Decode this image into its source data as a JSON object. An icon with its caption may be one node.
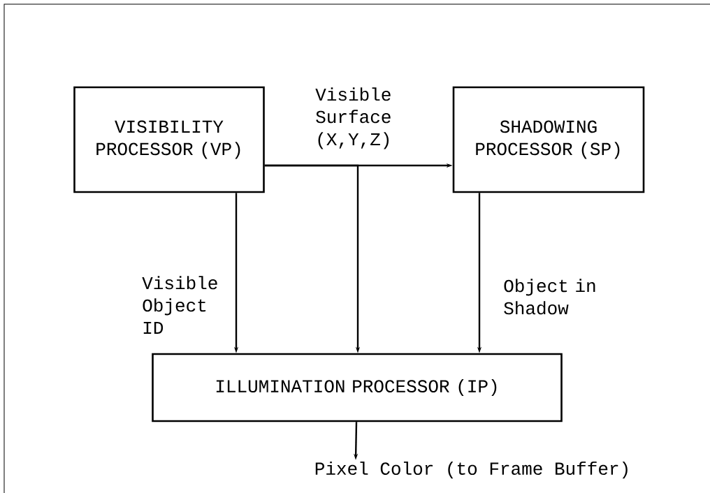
{
  "diagram": {
    "nodes": [
      {
        "text": [
          "VISIBILITY PROCESSOR (VP)"
        ]
      },
      {
        "text": [
          "SHADOWING PROCESSOR (SP)"
        ]
      },
      {
        "text": [
          "ILLUMINATION PROCESSOR (IP)"
        ]
      },
      {
        "text": [
          "Pixel Color (to Frame Buffer)"
        ]
      }
    ],
    "edges": [
      {
        "from": 0,
        "to": 1,
        "arrow": "to",
        "label": "Visible Surface (X,Y,Z)"
      },
      {
        "from": 0,
        "to": 2,
        "arrow": "to",
        "label": "Visible Object ID"
      },
      {
        "from": 0,
        "to": 2,
        "arrow": "to"
      },
      {
        "from": 1,
        "to": 2,
        "arrow": "to",
        "label": "Object in Shadow"
      },
      {
        "from": 2,
        "to": 3,
        "arrow": "to"
      }
    ]
  }
}
